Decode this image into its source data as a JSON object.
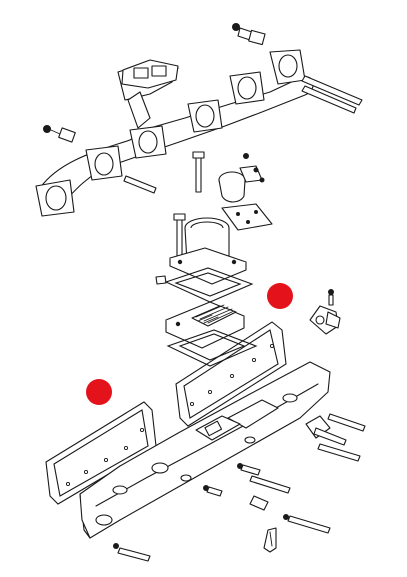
{
  "diagram": {
    "kind": "exploded parts view",
    "assemblies": [
      "upper-exhaust-manifold",
      "lower-intake-manifold",
      "intake-heater",
      "air-inlet-throat",
      "gaskets",
      "bolts",
      "studs"
    ],
    "callout_markers": [
      {
        "name": "callout-marker-1",
        "color": "#e3121b"
      },
      {
        "name": "callout-marker-2",
        "color": "#e3121b"
      }
    ],
    "line_color": "#1a1a1a",
    "background": "#ffffff"
  }
}
